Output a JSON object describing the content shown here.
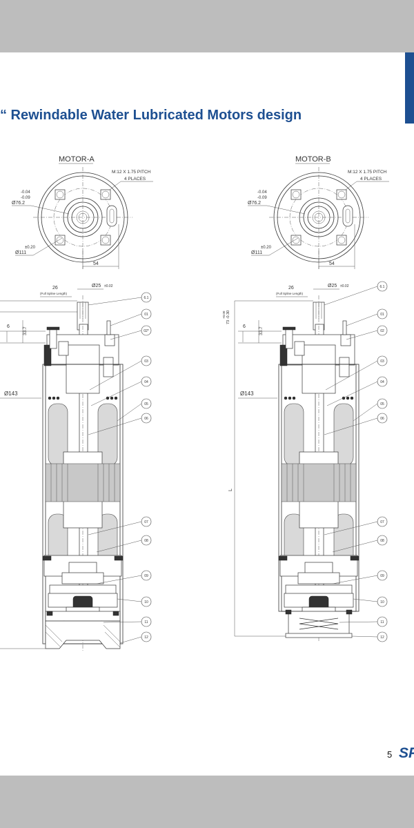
{
  "title": "“ Rewindable Water Lubricated Motors design",
  "page_number": "5",
  "brand_text": "SP",
  "colors": {
    "brand_blue": "#1d4f91",
    "band_gray": "#bdbdbd"
  },
  "motor_a": {
    "label": "MOTOR-A",
    "bolt_note_1": "M:12 X 1.75 PITCH",
    "bolt_note_2": "4 PLACES",
    "tol_upper": "-0.04",
    "tol_lower": "-0.09",
    "bore_dia": "Ø76.2",
    "pcd_tol": "±0.20",
    "pcd_dia": "Ø111",
    "flange_dim": "54",
    "spline_len": "26",
    "spline_note": "(Full Spline Length)",
    "shaft_dia": "Ø25",
    "shaft_tol": "±0.02",
    "dim_6": "6",
    "dim_33_7": "33.7",
    "body_dia": "Ø143",
    "callouts": [
      "6.1",
      "01",
      "02*",
      "03",
      "04",
      "05",
      "06",
      "07",
      "08",
      "09",
      "10",
      "11",
      "12"
    ]
  },
  "motor_b": {
    "label": "MOTOR-B",
    "bolt_note_1": "M:12 X 1.75 PITCH",
    "bolt_note_2": "4 PLACES",
    "tol_upper": "-0.04",
    "tol_lower": "-0.09",
    "bore_dia": "Ø76.2",
    "pcd_tol": "±0.20",
    "pcd_dia": "Ø111",
    "flange_dim": "54",
    "spline_len": "26",
    "spline_note": "(Full Spline Length)",
    "shaft_dia": "Ø25",
    "shaft_tol": "±0.02",
    "dim_73": "73 -0.30",
    "dim_73_up": "+0.00",
    "dim_6": "6",
    "dim_33_7": "33.7",
    "body_dia": "Ø143",
    "length_label": "L",
    "callouts": [
      "6.1",
      "01",
      "02",
      "03",
      "04",
      "05",
      "06",
      "07",
      "08",
      "09",
      "10",
      "11",
      "12"
    ]
  }
}
